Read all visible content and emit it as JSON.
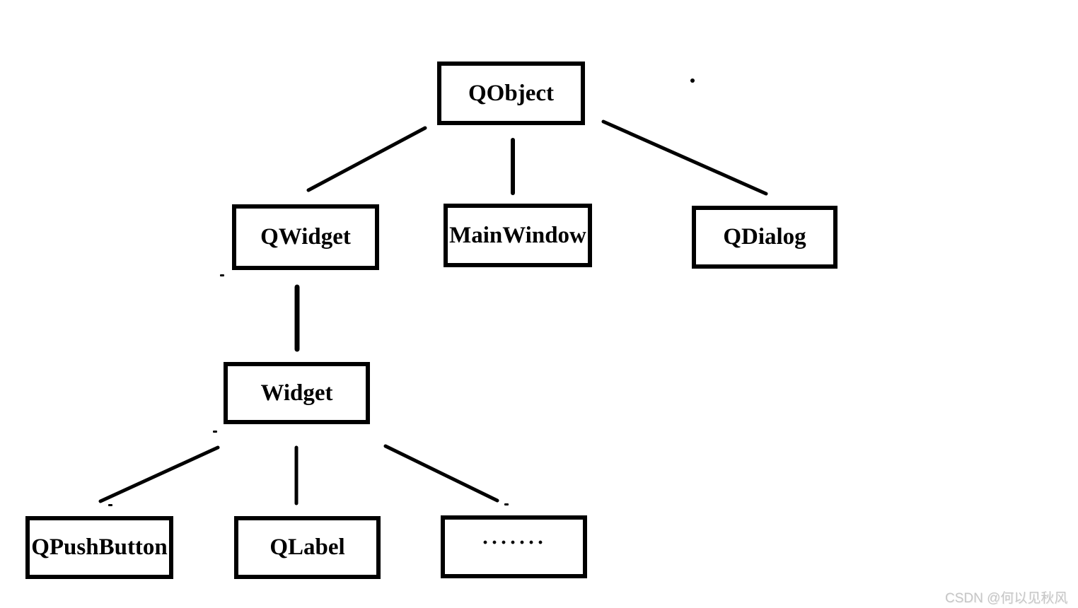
{
  "diagram": {
    "nodes": [
      {
        "id": "qobject",
        "label": "QObject"
      },
      {
        "id": "qwidget",
        "label": "QWidget"
      },
      {
        "id": "mainwindow",
        "label": "MainWindow"
      },
      {
        "id": "qdialog",
        "label": "QDialog"
      },
      {
        "id": "widget",
        "label": "Widget"
      },
      {
        "id": "qpushbutton",
        "label": "QPushButton"
      },
      {
        "id": "qlabel",
        "label": "QLabel"
      },
      {
        "id": "ellipsis",
        "label": "·······"
      }
    ],
    "edges": [
      {
        "from": "QObject",
        "to": "QWidget"
      },
      {
        "from": "QObject",
        "to": "MainWindow"
      },
      {
        "from": "QObject",
        "to": "QDialog"
      },
      {
        "from": "QWidget",
        "to": "Widget"
      },
      {
        "from": "Widget",
        "to": "QPushButton"
      },
      {
        "from": "Widget",
        "to": "QLabel"
      },
      {
        "from": "Widget",
        "to": "ellipsis"
      }
    ],
    "colors": {
      "background": "#ffffff",
      "box_border": "#000000",
      "line": "#000000",
      "text": "#000000"
    }
  },
  "watermark": {
    "text": "CSDN @何以见秋风",
    "color": "#c6c6c6"
  }
}
